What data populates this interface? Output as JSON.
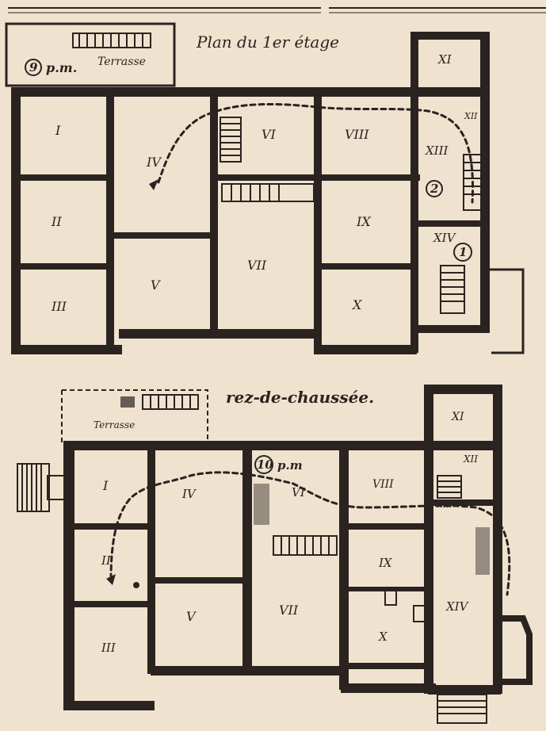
{
  "upper_floor": {
    "title": "Plan du 1er étage",
    "terrace_label": "Terrasse",
    "time_marker": "9",
    "time_suffix": "p.m.",
    "stop_markers": [
      "2",
      "1"
    ],
    "rooms": [
      "I",
      "II",
      "III",
      "IV",
      "V",
      "VI",
      "VII",
      "VIII",
      "IX",
      "X",
      "XI",
      "XII",
      "XIII",
      "XIV"
    ]
  },
  "ground_floor": {
    "title": "rez-de-chaussée.",
    "terrace_label": "Terrasse",
    "time_marker": "10",
    "time_suffix": "p.m",
    "rooms": [
      "I",
      "II",
      "III",
      "IV",
      "V",
      "VI",
      "VII",
      "VIII",
      "IX",
      "X",
      "XI",
      "XII",
      "XIII",
      "XIV"
    ]
  }
}
